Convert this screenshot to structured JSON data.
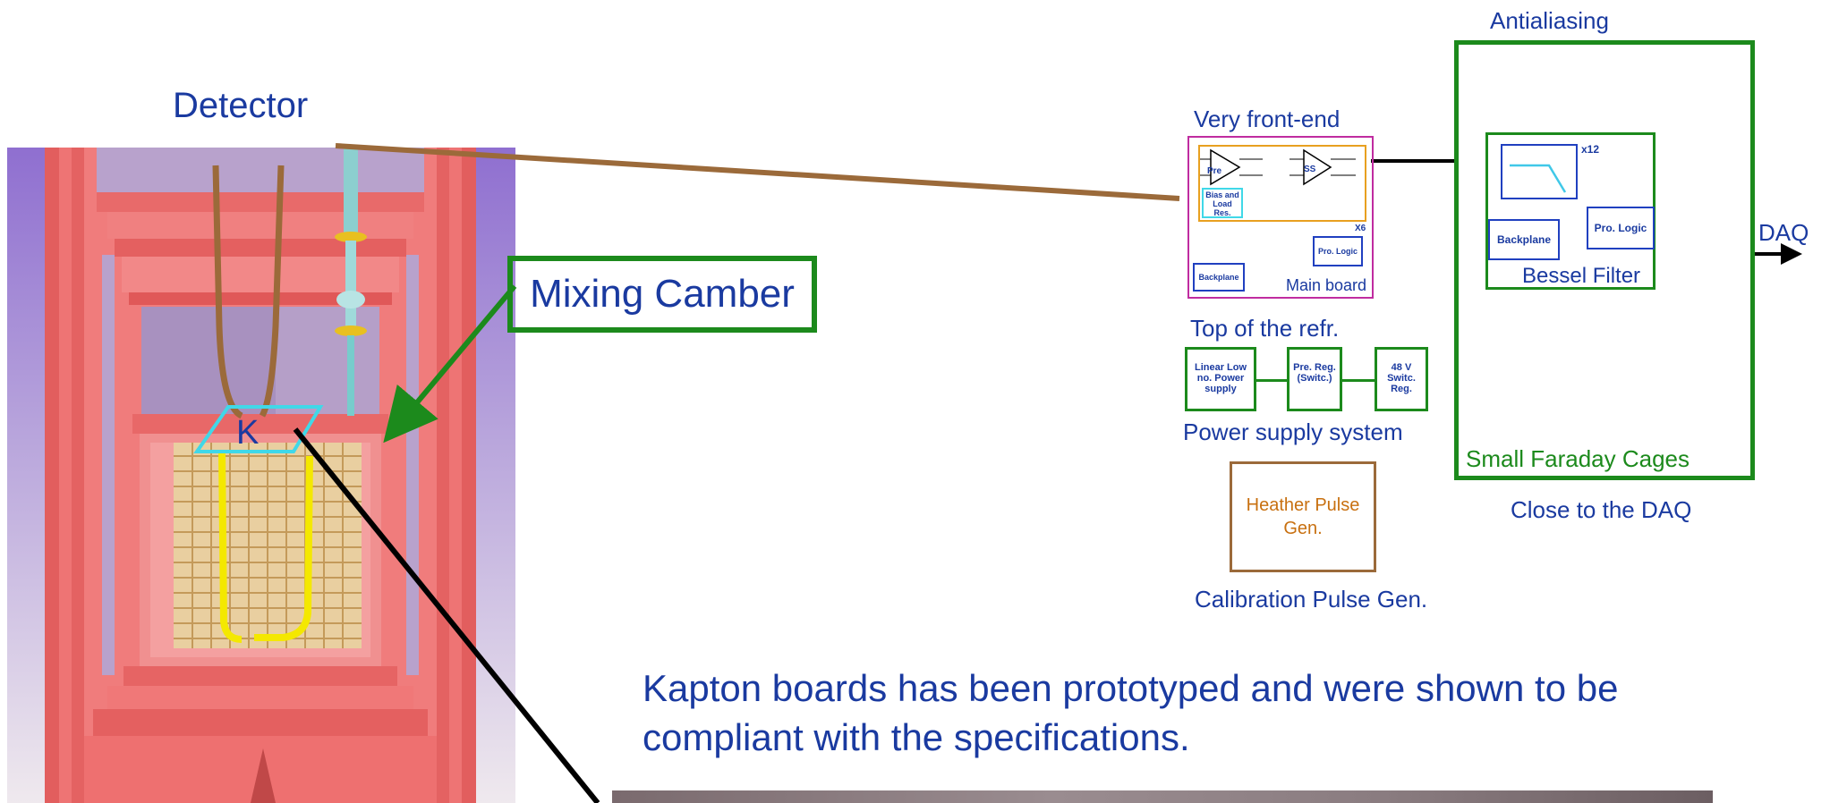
{
  "detector": {
    "title": "Detector",
    "kapton_label": "K"
  },
  "mixing_chamber": {
    "label": "Mixing Camber"
  },
  "front_end": {
    "title": "Very front-end",
    "pre_label": "Pre",
    "ss_label": "SS",
    "bias_label": "Bias and Load Res.",
    "multiplier": "X6",
    "pro_logic": "Pro. Logic",
    "backplane": "Backplane",
    "main_board": "Main board"
  },
  "top_refr": {
    "title": "Top of the refr."
  },
  "power": {
    "linear": "Linear Low no. Power supply",
    "prereg": "Pre. Reg. (Switc.)",
    "v48": "48 V Switc. Reg.",
    "title": "Power supply system"
  },
  "heather": {
    "label": "Heather Pulse Gen.",
    "caption": "Calibration Pulse Gen."
  },
  "antialiasing": {
    "title": "Antialiasing",
    "multiplier": "x12",
    "backplane": "Backplane",
    "pro_logic": "Pro. Logic",
    "bessel": "Bessel Filter",
    "cages": "Small Faraday Cages",
    "close": "Close to the DAQ"
  },
  "daq": {
    "label": "DAQ"
  },
  "kapton_note": "Kapton boards has been prototyped and were shown to be compliant with the specifications.",
  "colors": {
    "text_blue": "#1a3aa0",
    "green": "#1c8a1c",
    "brown": "#9b6a3a",
    "magenta": "#c02ca0",
    "orange": "#e8a020",
    "cyan": "#40d8e8",
    "cryostat_red": "#e86a6a",
    "yellow": "#f4e800"
  }
}
